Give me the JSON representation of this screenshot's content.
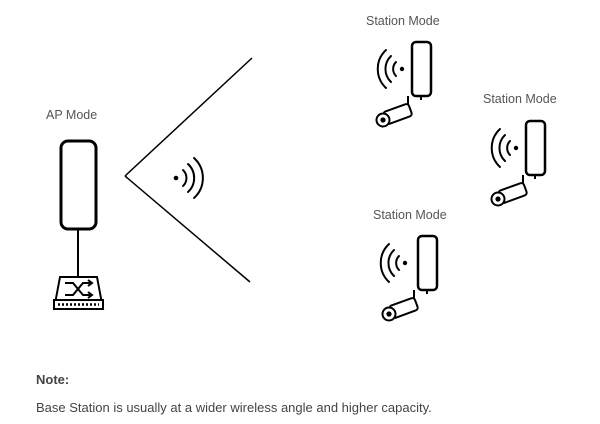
{
  "labels": {
    "ap": "AP Mode",
    "station_1": "Station Mode",
    "station_2": "Station Mode",
    "station_3": "Station Mode"
  },
  "note": {
    "title": "Note:",
    "body": "Base Station is usually at a wider wireless angle and  higher capacity."
  },
  "icons": {
    "ap_device": "ap-antenna-icon",
    "switch": "network-switch-icon",
    "signal": "wifi-signal-icon",
    "station": "station-antenna-icon",
    "camera": "cctv-camera-icon"
  },
  "colors": {
    "line": "#000000",
    "text": "#555555",
    "background": "#ffffff"
  }
}
